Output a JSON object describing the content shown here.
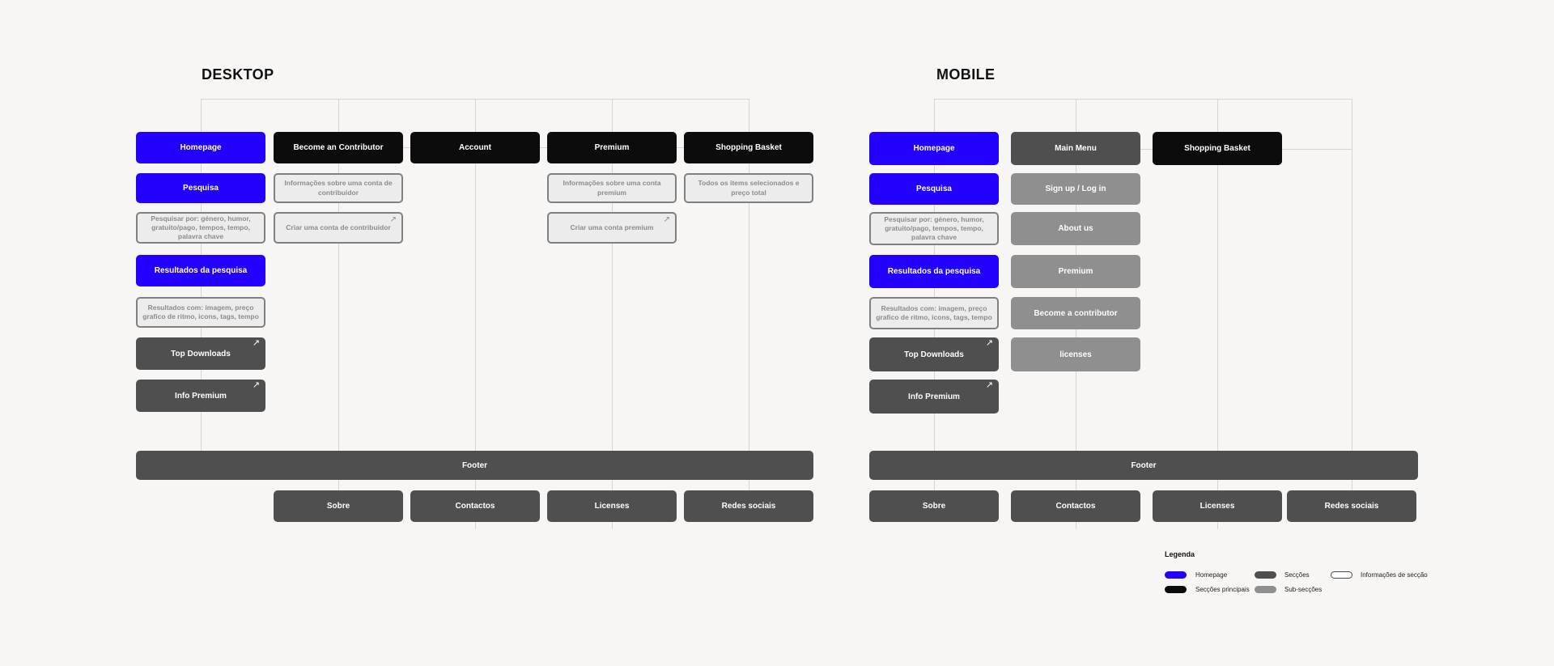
{
  "titles": {
    "desktop": "DESKTOP",
    "mobile": "MOBILE"
  },
  "icons": {
    "external_link": "↗"
  },
  "colors": {
    "homepage_blue": "#2200fb",
    "main_sections_black": "#0c0c0c",
    "sections_dark_gray": "#4f4f4f",
    "sub_sections_gray": "#8f8f8f",
    "info_box_bg": "#ececec",
    "info_box_border": "#808080",
    "connector_line": "#d9d4d1",
    "background": "#f7f6f5"
  },
  "desktop": {
    "homepage": "Homepage",
    "pesquisa": "Pesquisa",
    "pesquisar_por": "Pesquisar por: género, humor, gratuito/pago, tempos, tempo, palavra chave",
    "resultados": "Resultados da pesquisa",
    "resultados_com": "Resultados com: imagem, preço grafico de ritmo, icons, tags, tempo",
    "top_downloads": "Top Downloads",
    "info_premium": "Info Premium",
    "become_contributor": "Become an Contributor",
    "info_conta_contribuidor": "Informações sobre uma conta de contribuidor",
    "criar_conta_contribuidor": "Criar uma conta de contribuidor",
    "account": "Account",
    "premium": "Premium",
    "info_conta_premium": "Informações sobre uma conta premium",
    "criar_conta_premium": "Criar uma conta premium",
    "shopping_basket": "Shopping Basket",
    "items_selecionados": "Todos os items selecionados e preço total",
    "footer": "Footer",
    "sobre": "Sobre",
    "contactos": "Contactos",
    "licenses": "Licenses",
    "redes_sociais": "Redes sociais"
  },
  "mobile": {
    "homepage": "Homepage",
    "main_menu": "Main Menu",
    "shopping_basket": "Shopping Basket",
    "pesquisa": "Pesquisa",
    "pesquisar_por": "Pesquisar por: género, humor, gratuito/pago, tempos, tempo, palavra chave",
    "resultados": "Resultados da pesquisa",
    "resultados_com": "Resultados com: imagem, preço grafico de ritmo, icons, tags, tempo",
    "top_downloads": "Top Downloads",
    "info_premium": "Info Premium",
    "sign_up": "Sign up / Log in",
    "about_us": "About us",
    "premium": "Premium",
    "become_contributor": "Become a contributor",
    "licenses_sub": "licenses",
    "footer": "Footer",
    "sobre": "Sobre",
    "contactos": "Contactos",
    "licenses": "Licenses",
    "redes_sociais": "Redes sociais"
  },
  "legend": {
    "title": "Legenda",
    "items": [
      {
        "label": "Homepage",
        "color": "#2200fb"
      },
      {
        "label": "Secções",
        "color": "#4f4f4f"
      },
      {
        "label": "Informações de secção",
        "color": "#ffffff"
      },
      {
        "label": "Secções principais",
        "color": "#0c0c0c"
      },
      {
        "label": "Sub-secções",
        "color": "#8f8f8f"
      }
    ]
  }
}
